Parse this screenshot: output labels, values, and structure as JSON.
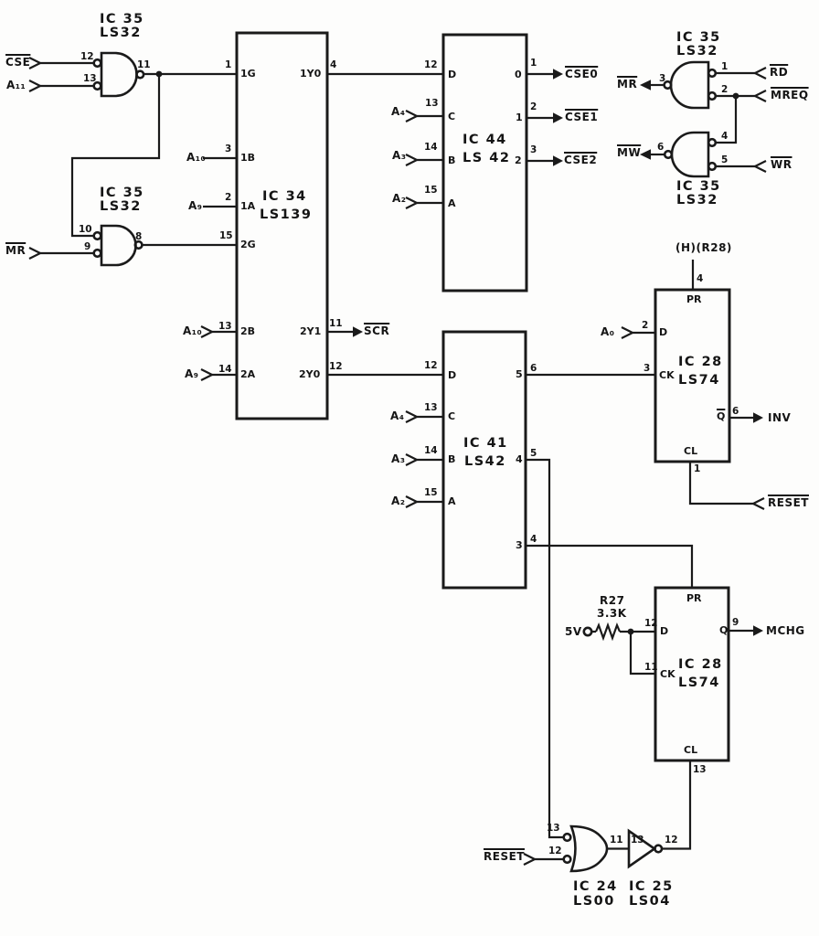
{
  "components": {
    "or1": {
      "ic": "IC 35",
      "part": "LS32",
      "pin_in1": "12",
      "pin_in2": "13",
      "pin_out": "11"
    },
    "or2": {
      "ic": "IC 35",
      "part": "LS32",
      "pin_in1": "10",
      "pin_in2": "9",
      "pin_out": "8"
    },
    "or3": {
      "ic": "IC 35",
      "part": "LS32",
      "pin_in1": "1",
      "pin_in2": "2",
      "pin_out": "3"
    },
    "or4": {
      "ic": "IC 35",
      "part": "LS32",
      "pin_in1": "4",
      "pin_in2": "5",
      "pin_out": "6"
    },
    "ic34": {
      "ic": "IC 34",
      "part": "LS139",
      "ports": {
        "g1": "1G",
        "b1": "1B",
        "a1": "1A",
        "g2": "2G",
        "b2": "2B",
        "a2": "2A",
        "y10": "1Y0",
        "y21": "2Y1",
        "y20": "2Y0"
      },
      "pins": {
        "g1": "1",
        "b1": "3",
        "a1": "2",
        "g2": "15",
        "b2": "13",
        "a2": "14",
        "y10": "4",
        "y21": "11",
        "y20": "12"
      }
    },
    "ic44": {
      "ic": "IC 44",
      "part": "LS 42",
      "ports": {
        "d": "D",
        "c": "C",
        "b": "B",
        "a": "A",
        "o0": "0",
        "o1": "1",
        "o2": "2"
      },
      "pins": {
        "d": "12",
        "c": "13",
        "b": "14",
        "a": "15",
        "o0": "1",
        "o1": "2",
        "o2": "3"
      }
    },
    "ic41": {
      "ic": "IC 41",
      "part": "LS42",
      "ports": {
        "d": "D",
        "c": "C",
        "b": "B",
        "a": "A",
        "o5": "5",
        "o4": "4",
        "o3": "3"
      },
      "pins": {
        "d": "12",
        "c": "13",
        "b": "14",
        "a": "15",
        "o5": "6",
        "o4": "5",
        "o3": "4"
      }
    },
    "ff1": {
      "ic": "IC 28",
      "part": "LS74",
      "ports": {
        "pr": "PR",
        "d": "D",
        "ck": "CK",
        "q": "Q",
        "cl": "CL"
      },
      "pins": {
        "pr": "4",
        "d": "2",
        "ck": "3",
        "q": "6",
        "cl": "1"
      }
    },
    "ff2": {
      "ic": "IC 28",
      "part": "LS74",
      "ports": {
        "pr": "PR",
        "d": "D",
        "ck": "CK",
        "q": "Q",
        "cl": "CL"
      },
      "pins": {
        "d": "12",
        "ck": "11",
        "q": "9",
        "cl": "13"
      }
    },
    "nand1": {
      "ic": "IC 24",
      "part": "LS00",
      "pin_in1": "13",
      "pin_in2": "12",
      "pin_out": "11"
    },
    "inv1": {
      "ic": "IC 25",
      "part": "LS04",
      "pin_in": "13",
      "pin_out": "12"
    },
    "r27": {
      "ref": "R27",
      "value": "3.3K"
    }
  },
  "signals": {
    "cse": "CSE",
    "a11": "A₁₁",
    "mr": "MR",
    "a10": "A₁₀",
    "a9": "A₉",
    "scr": "SCR",
    "a4": "A₄",
    "a3": "A₃",
    "a2": "A₂",
    "a0": "A₀",
    "cse0": "CSE0",
    "cse1": "CSE1",
    "cse2": "CSE2",
    "rd": "RD",
    "mreq": "MREQ",
    "mw": "MW",
    "wr": "WR",
    "hr28": "(H)(R28)",
    "inv": "INV",
    "reset": "RESET",
    "v5": "5V",
    "mchg": "MCHG"
  }
}
